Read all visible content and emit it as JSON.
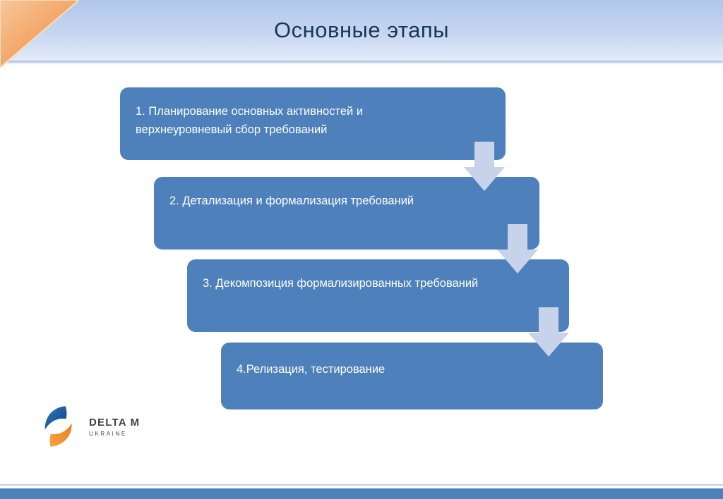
{
  "slide": {
    "title": "Основные этапы",
    "steps": [
      {
        "label": "1. Планирование основных активностей и верхнеуровневый сбор требований"
      },
      {
        "label": "2. Детализация и формализация требований"
      },
      {
        "label": "3. Декомпозиция формализированных требований"
      },
      {
        "label": "4.Релизация, тестирование"
      }
    ],
    "logo": {
      "name": "DELTA M",
      "sub": "UKRAINE"
    }
  },
  "colors": {
    "step_box": "#4e80bc",
    "title_text": "#17365d",
    "arrow": "#c6d3ea",
    "header_band": "#b0c7ea",
    "footer_bar": "#4f81bd",
    "logo_blue": "#1b5ea6",
    "logo_orange": "#f08a2e"
  }
}
